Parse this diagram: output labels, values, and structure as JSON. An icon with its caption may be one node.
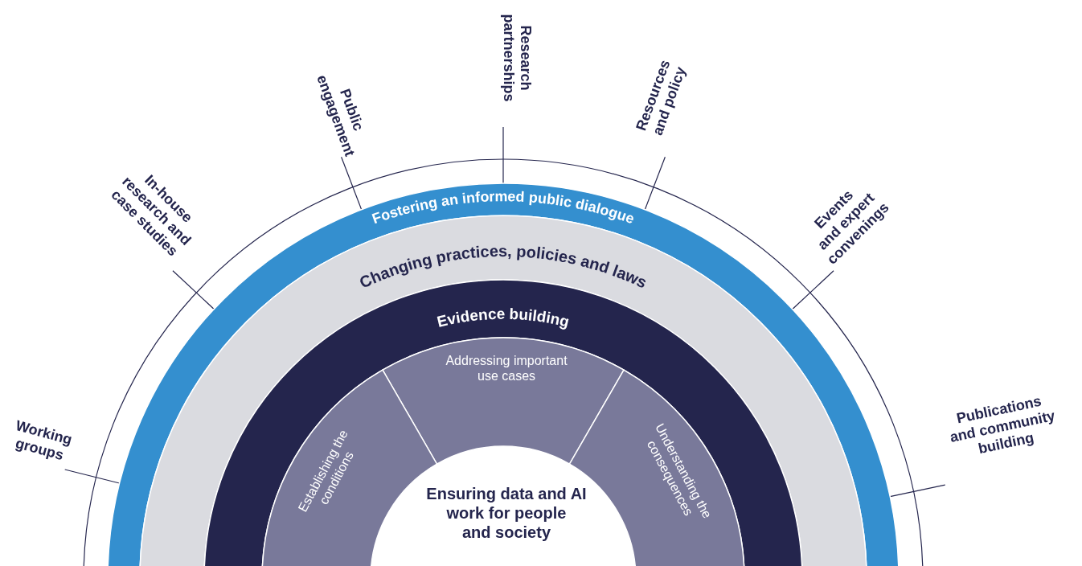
{
  "diagram": {
    "nodes": [
      {
        "text": [
          "Fostering an informed public dialogue"
        ]
      },
      {
        "text": [
          "Changing practices, policies and laws"
        ]
      },
      {
        "text": [
          "Evidence building"
        ]
      },
      {
        "text": [
          "Addressing important use cases"
        ]
      },
      {
        "text": [
          "Establishing the conditions"
        ]
      },
      {
        "text": [
          "Understanding the consequences"
        ]
      },
      {
        "text": [
          "Ensuring data and AI work for people and society"
        ]
      },
      {
        "text": [
          "Working groups"
        ]
      },
      {
        "text": [
          "In-house research and case studies"
        ]
      },
      {
        "text": [
          "Public engagement"
        ]
      },
      {
        "text": [
          "Research partnerships"
        ]
      },
      {
        "text": [
          "Resources and policy"
        ]
      },
      {
        "text": [
          "Events and expert convenings"
        ]
      },
      {
        "text": [
          "Publications and community building"
        ]
      }
    ],
    "edges": [
      {
        "from": 7,
        "to": 0,
        "arrow": "none"
      },
      {
        "from": 8,
        "to": 0,
        "arrow": "none"
      },
      {
        "from": 9,
        "to": 0,
        "arrow": "none"
      },
      {
        "from": 10,
        "to": 0,
        "arrow": "none"
      },
      {
        "from": 11,
        "to": 0,
        "arrow": "none"
      },
      {
        "from": 12,
        "to": 0,
        "arrow": "none"
      },
      {
        "from": 13,
        "to": 0,
        "arrow": "none"
      }
    ]
  }
}
